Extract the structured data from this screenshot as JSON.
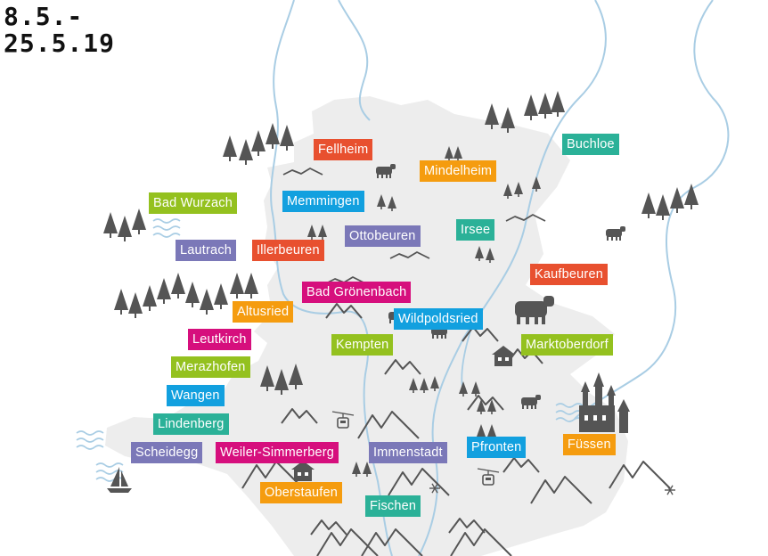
{
  "date": {
    "line1": "8.5.-",
    "line2": "25.5.19"
  },
  "colors": {
    "red": "#e8502f",
    "orange": "#f59c0f",
    "teal": "#2bb198",
    "blue": "#12a0df",
    "purple": "#7b78b8",
    "lime": "#94c11f",
    "magenta": "#d60f7d",
    "land": "#ededed",
    "river": "#a9cde4",
    "icon": "#555555"
  },
  "places": [
    {
      "name": "Fellheim",
      "color": "red"
    },
    {
      "name": "Buchloe",
      "color": "teal"
    },
    {
      "name": "Mindelheim",
      "color": "orange"
    },
    {
      "name": "Bad Wurzach",
      "color": "lime"
    },
    {
      "name": "Memmingen",
      "color": "blue"
    },
    {
      "name": "Irsee",
      "color": "teal"
    },
    {
      "name": "Lautrach",
      "color": "purple"
    },
    {
      "name": "Illerbeuren",
      "color": "red"
    },
    {
      "name": "Ottobeuren",
      "color": "purple"
    },
    {
      "name": "Kaufbeuren",
      "color": "red"
    },
    {
      "name": "Bad Grönenbach",
      "color": "magenta"
    },
    {
      "name": "Altusried",
      "color": "orange"
    },
    {
      "name": "Wildpoldsried",
      "color": "blue"
    },
    {
      "name": "Leutkirch",
      "color": "magenta"
    },
    {
      "name": "Kempten",
      "color": "lime"
    },
    {
      "name": "Marktoberdorf",
      "color": "lime"
    },
    {
      "name": "Merazhofen",
      "color": "lime"
    },
    {
      "name": "Wangen",
      "color": "blue"
    },
    {
      "name": "Lindenberg",
      "color": "teal"
    },
    {
      "name": "Füssen",
      "color": "orange"
    },
    {
      "name": "Scheidegg",
      "color": "purple"
    },
    {
      "name": "Weiler-Simmerberg",
      "color": "magenta"
    },
    {
      "name": "Immenstadt",
      "color": "purple"
    },
    {
      "name": "Pfronten",
      "color": "blue"
    },
    {
      "name": "Oberstaufen",
      "color": "orange"
    },
    {
      "name": "Fischen",
      "color": "teal"
    }
  ]
}
